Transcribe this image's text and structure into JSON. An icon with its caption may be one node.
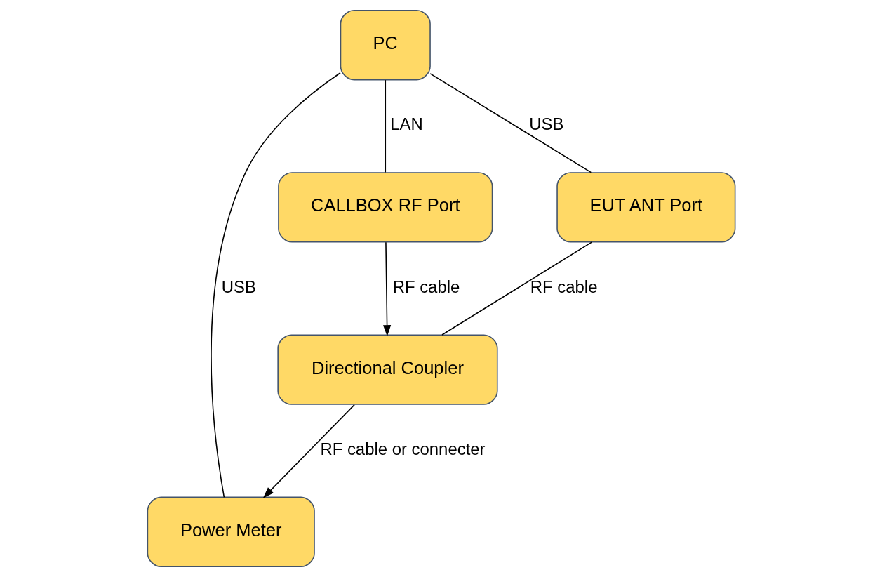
{
  "diagram": {
    "nodes": [
      {
        "text": [
          "PC"
        ]
      },
      {
        "text": [
          "Power Meter"
        ]
      },
      {
        "text": [
          "CALLBOX RF Port"
        ]
      },
      {
        "text": [
          "Directional Coupler"
        ]
      },
      {
        "text": [
          "EUT ANT Port"
        ]
      }
    ],
    "edges": [
      {
        "from": 0,
        "to": 1,
        "label": "USB",
        "arrow": "none"
      },
      {
        "from": 0,
        "to": 2,
        "label": "LAN",
        "arrow": "none"
      },
      {
        "from": 0,
        "to": 4,
        "label": "USB",
        "arrow": "none"
      },
      {
        "from": 3,
        "to": 1,
        "label": "RF cable or connecter",
        "arrow": "to"
      },
      {
        "from": 2,
        "to": 3,
        "label": "RF cable",
        "arrow": "to"
      },
      {
        "from": 4,
        "to": 3,
        "label": "RF cable",
        "arrow": "none"
      }
    ]
  }
}
